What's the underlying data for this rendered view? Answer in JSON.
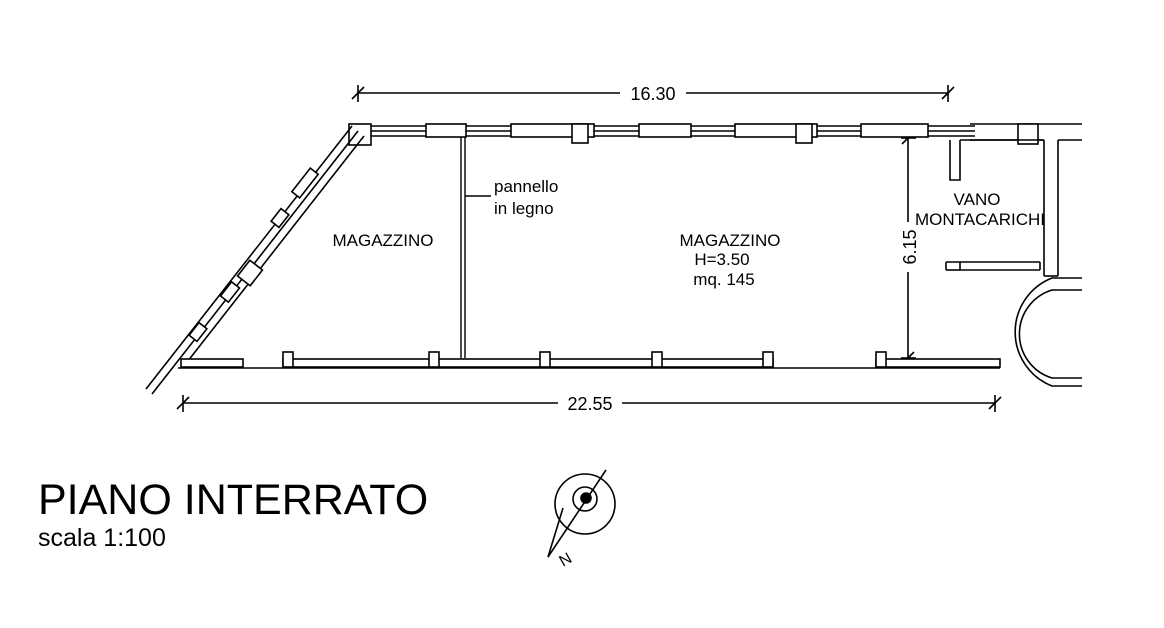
{
  "plan": {
    "dims": {
      "top": "16.30",
      "bottom": "22.55",
      "right": "6.15"
    },
    "rooms": {
      "left": {
        "name": "MAGAZZINO"
      },
      "main": {
        "name": "MAGAZZINO",
        "height": "H=3.50",
        "area": "mq. 145"
      },
      "lift": {
        "line1": "VANO",
        "line2": "MONTACARICHI"
      }
    },
    "partition": {
      "line1": "pannello",
      "line2": "in legno"
    }
  },
  "title": {
    "text": "PIANO INTERRATO",
    "scale": "scala 1:100"
  },
  "north": {
    "label": "N"
  },
  "colors": {
    "ink": "#000000",
    "paper": "#ffffff"
  }
}
